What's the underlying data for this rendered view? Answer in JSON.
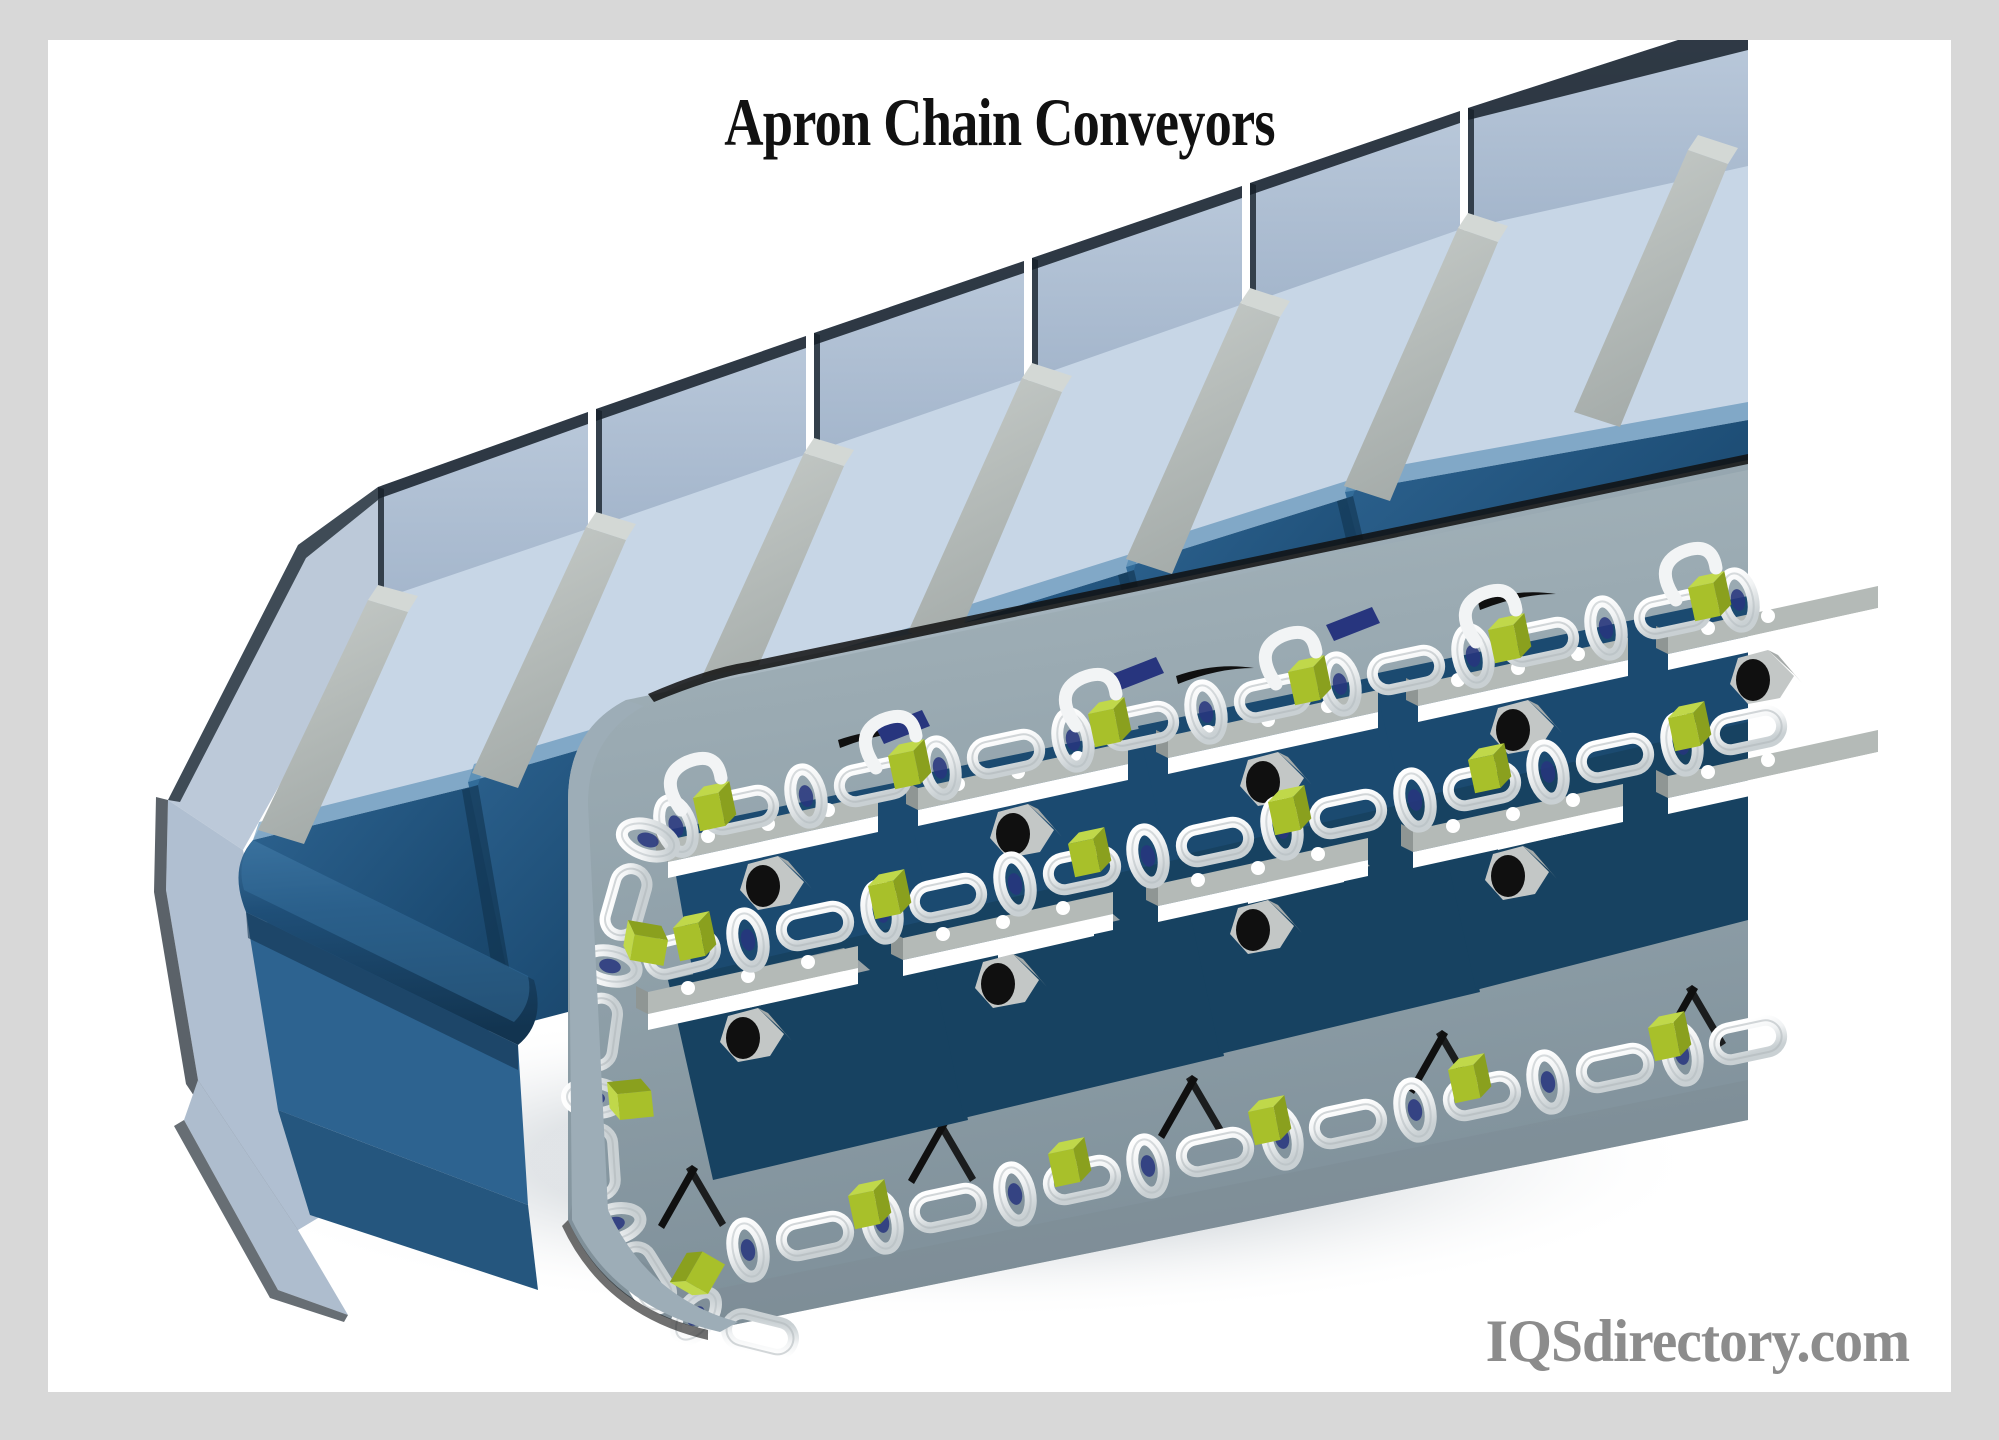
{
  "page": {
    "title": "Apron Chain Conveyors",
    "watermark": "IQSdirectory.com",
    "frame_color": "#d8d8d8",
    "canvas_color": "#ffffff",
    "title_color": "#111111",
    "watermark_color": "#8c8c8c"
  },
  "illustration": {
    "name": "apron-chain-conveyor-3d-diagram",
    "description": "Three quarter isometric cutaway view of an apron chain conveyor showing overlapping dark blue steel apron pans, light blue side skirt guards, gray cross slats, a white roller chain loop with olive green attachment lugs, gray cross bars with white rivets and triangular bearing brackets with black bores.",
    "colors": {
      "pan_dark_blue": "#1d4d75",
      "pan_mid_blue": "#2a5d86",
      "pan_shadow_blue": "#143a5a",
      "skirt_light_blue": "#aebfd4",
      "skirt_pale_blue": "#c6d4e4",
      "slat_gray": "#b6bcb9",
      "slat_gray_dark": "#9aa2a0",
      "frame_gray_blue": "#8e9fa8",
      "frame_gray_blue_light": "#a4b3ba",
      "chain_white": "#f4f4f4",
      "chain_shade": "#cfd4d6",
      "chain_core_blue": "#27357e",
      "lug_green": "#a8c02a",
      "lug_green_dark": "#8aa01e",
      "lug_olive": "#8f921f",
      "bracket_gray": "#c3c7c6",
      "bore_black": "#101010",
      "rivet_white": "#ffffff",
      "outline_black": "#101010"
    },
    "parts": [
      {
        "name": "side-skirt-guard-panel",
        "count": 6
      },
      {
        "name": "apron-pan",
        "count": 7
      },
      {
        "name": "cross-slat",
        "count": 7
      },
      {
        "name": "roller-chain-loop",
        "count": 2
      },
      {
        "name": "chain-attachment-lug",
        "count": 16
      },
      {
        "name": "cross-bar-with-rivets",
        "count": 8
      },
      {
        "name": "bearing-bracket-with-bore",
        "count": 5
      },
      {
        "name": "head-end-roller",
        "count": 1
      },
      {
        "name": "tail-nose-frame",
        "count": 1
      }
    ]
  }
}
